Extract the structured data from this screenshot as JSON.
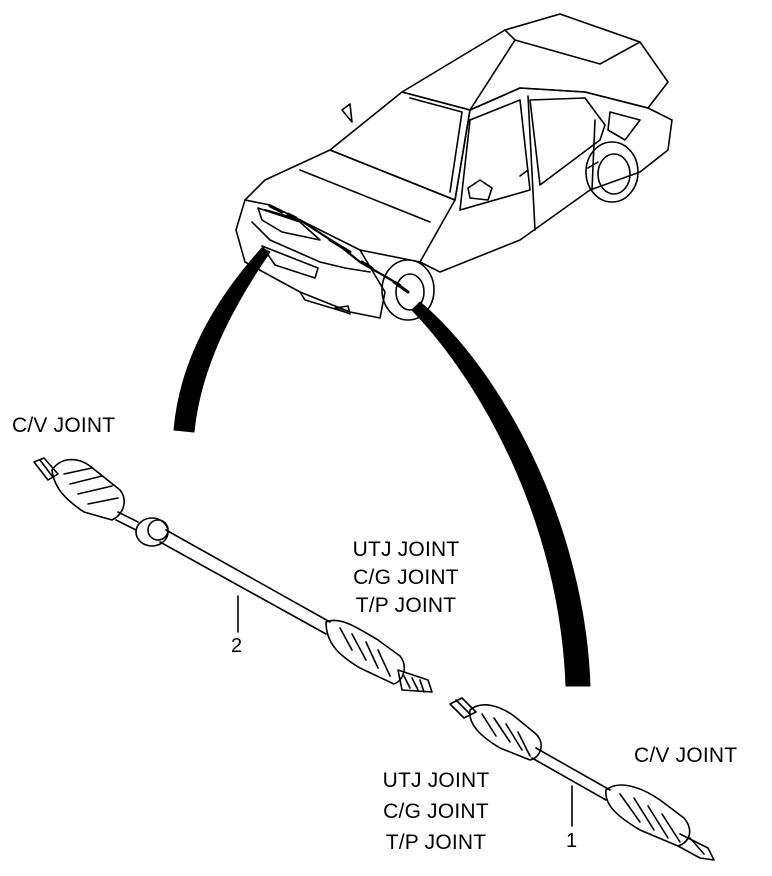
{
  "labels": {
    "top_left": "C/V JOINT",
    "middle_block": [
      "UTJ JOINT",
      "C/G JOINT",
      "T/P JOINT"
    ],
    "bottom_block": [
      "UTJ JOINT",
      "C/G JOINT",
      "T/P JOINT"
    ],
    "bottom_right": "C/V JOINT"
  },
  "callouts": {
    "shaft_left": "2",
    "shaft_right": "1"
  }
}
